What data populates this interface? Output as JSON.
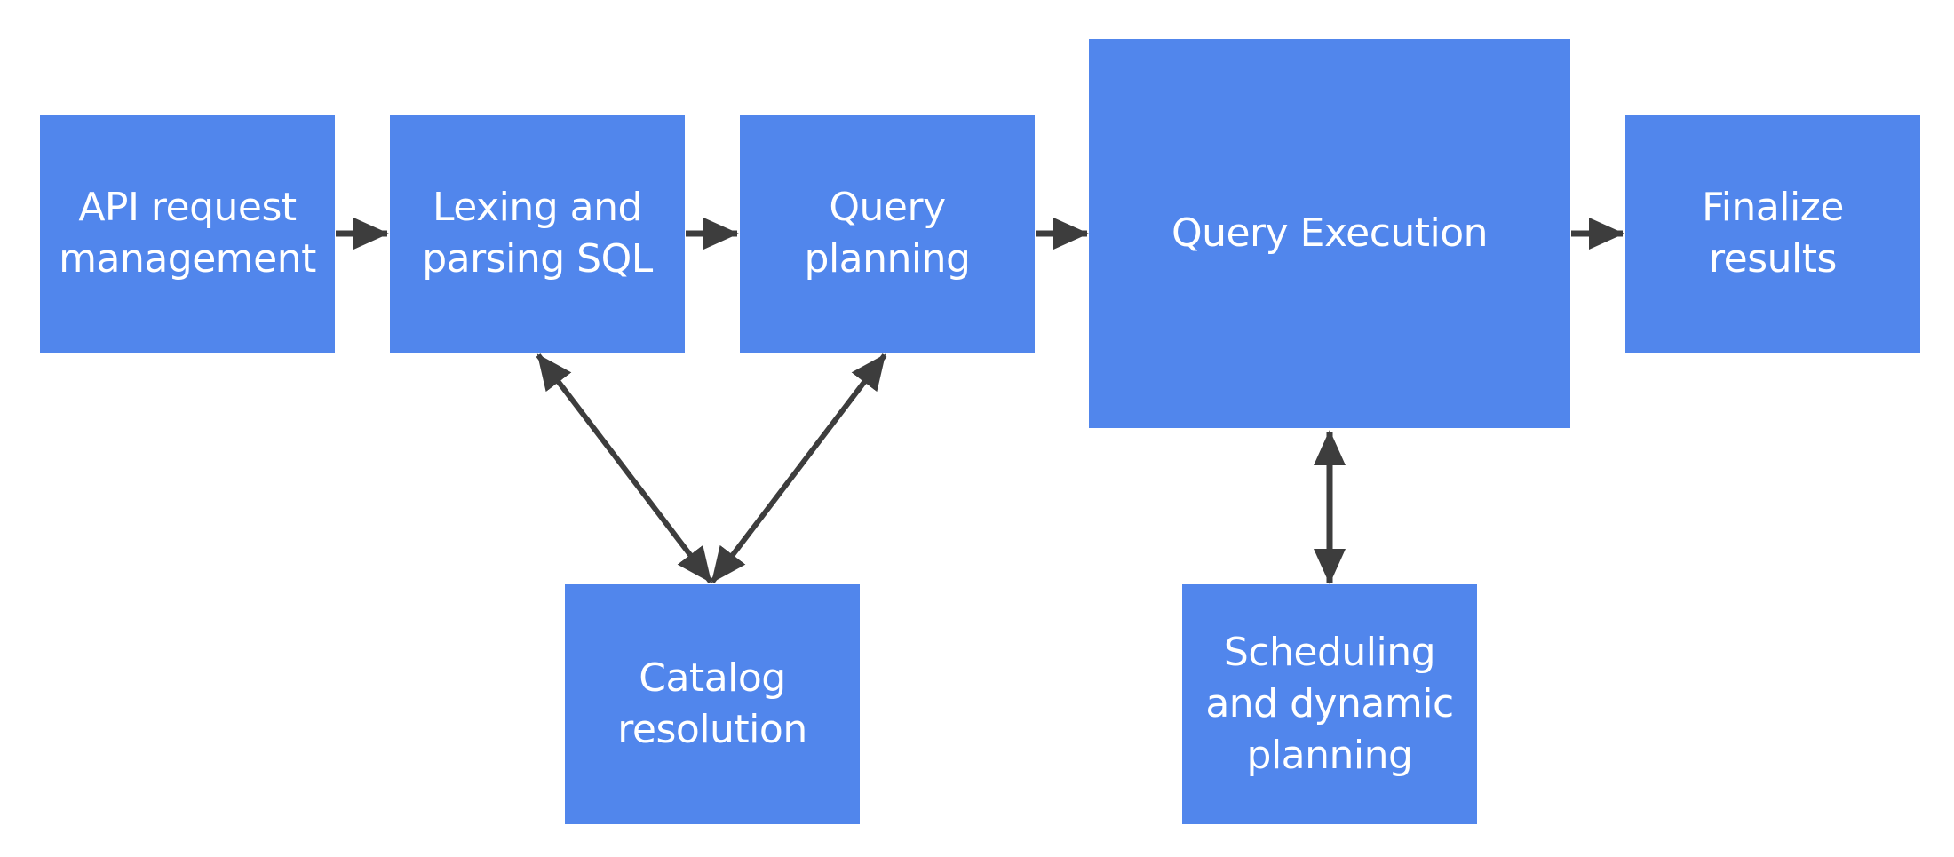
{
  "diagram": {
    "colors": {
      "node_fill": "#5186ec",
      "node_text": "#ffffff",
      "connector": "#3d3d3d",
      "background": "#ffffff"
    },
    "nodes": {
      "api_request": {
        "line1": "API request",
        "line2": "management"
      },
      "lexing": {
        "line1": "Lexing and",
        "line2": "parsing SQL"
      },
      "query_planning": {
        "line1": "Query",
        "line2": "planning"
      },
      "query_execution": {
        "line1": "Query Execution"
      },
      "finalize": {
        "line1": "Finalize",
        "line2": "results"
      },
      "catalog": {
        "line1": "Catalog",
        "line2": "resolution"
      },
      "scheduling": {
        "line1": "Scheduling",
        "line2": "and dynamic",
        "line3": "planning"
      }
    },
    "edges": [
      {
        "from": "api_request",
        "to": "lexing",
        "type": "one-way"
      },
      {
        "from": "lexing",
        "to": "query_planning",
        "type": "one-way"
      },
      {
        "from": "query_planning",
        "to": "query_execution",
        "type": "one-way"
      },
      {
        "from": "query_execution",
        "to": "finalize",
        "type": "one-way"
      },
      {
        "from": "lexing",
        "to": "catalog",
        "type": "two-way"
      },
      {
        "from": "query_planning",
        "to": "catalog",
        "type": "two-way"
      },
      {
        "from": "query_execution",
        "to": "scheduling",
        "type": "two-way"
      }
    ]
  }
}
